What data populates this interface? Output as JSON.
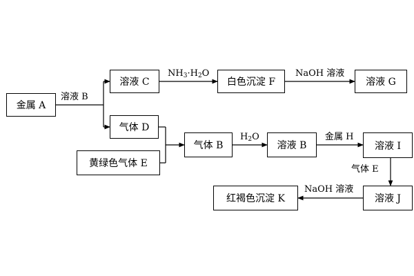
{
  "nodes": {
    "metal_a": "金属 A",
    "solution_c": "溶液 C",
    "white_ppt_f": "白色沉淀 F",
    "solution_g": "溶液 G",
    "gas_d": "气体 D",
    "yellow_green_gas_e": "黄绿色气体 E",
    "gas_b": "气体 B",
    "solution_b": "溶液 B",
    "solution_i": "溶液 I",
    "solution_j": "溶液 J",
    "red_brown_ppt_k": "红褐色沉淀 K"
  },
  "edges": {
    "a_reagent": "溶液 B",
    "c_to_f_nh3": "NH",
    "c_to_f_sub3": "3",
    "c_to_f_dot": "·H",
    "c_to_f_sub2": "2",
    "c_to_f_o": "O",
    "f_to_g": "NaOH 溶液",
    "b_to_sol_h2o": "H",
    "b_to_sol_sub2": "2",
    "b_to_sol_o": "O",
    "sol_to_i": "金属 H",
    "i_to_j": "气体 E",
    "j_to_k": "NaOH 溶液"
  }
}
